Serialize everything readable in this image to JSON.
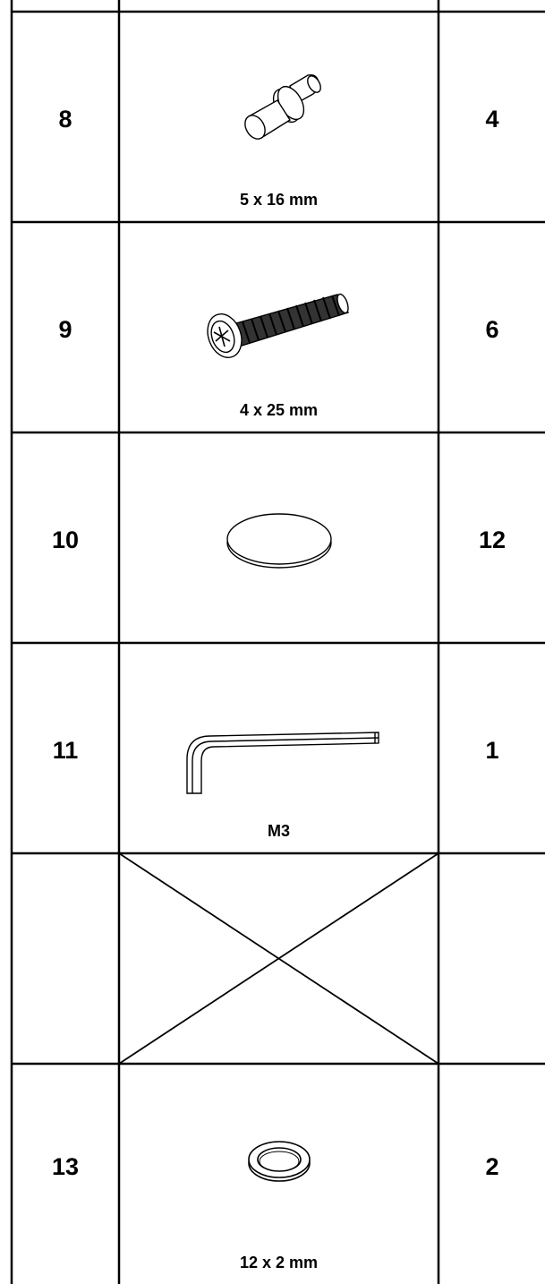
{
  "parts": [
    {
      "number": "8",
      "icon": "dowel-pin-icon",
      "size": "5 x 16 mm",
      "quantity": "4"
    },
    {
      "number": "9",
      "icon": "screw-icon",
      "size": "4 x 25 mm",
      "quantity": "6"
    },
    {
      "number": "10",
      "icon": "cover-cap-icon",
      "size": "",
      "quantity": "12"
    },
    {
      "number": "11",
      "icon": "allen-key-icon",
      "size": "M3",
      "quantity": "1"
    },
    {
      "number": "",
      "icon": "empty-cell-cross",
      "size": "",
      "quantity": ""
    },
    {
      "number": "13",
      "icon": "washer-icon",
      "size": "12 x 2 mm",
      "quantity": "2"
    }
  ]
}
